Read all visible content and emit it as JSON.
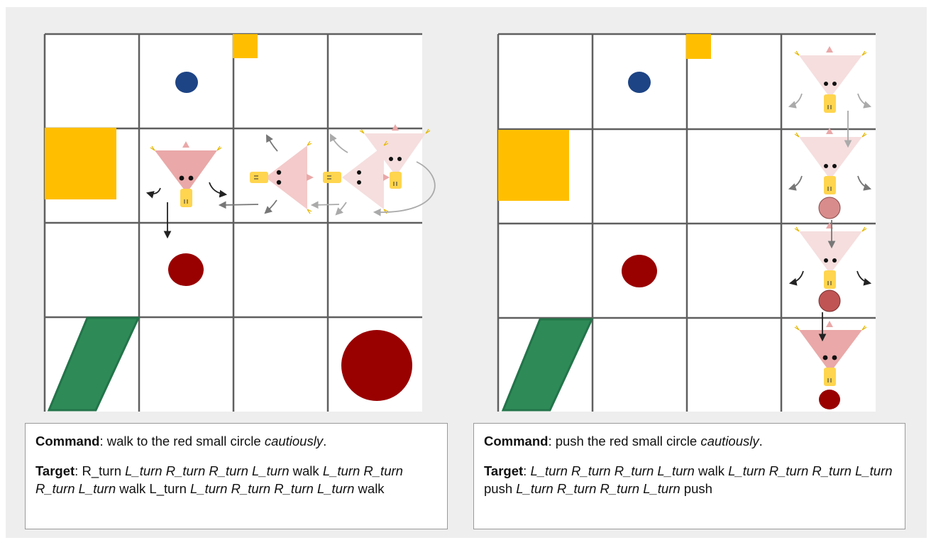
{
  "colors": {
    "background": "#eeeeee",
    "grid_line": "#5f5f5f",
    "blue": "#1d4485",
    "yellow": "#ffbf00",
    "red": "#990000",
    "green": "#2e8b57",
    "agent_pink": "#eaa8a8",
    "agent_pale": "#f6dede",
    "duck_bill": "#ffd54f",
    "ball_light": "#d98c8c",
    "ball_mid": "#c05454"
  },
  "panels": [
    {
      "id": "left",
      "command_label": "Command",
      "command_text": ": walk to the red small circle ",
      "command_adverb": "cautiously",
      "command_end": ".",
      "target_label": "Target",
      "target_tokens": [
        {
          "t": ": ",
          "i": false
        },
        {
          "t": "R_turn",
          "i": false
        },
        {
          "t": " ",
          "i": false
        },
        {
          "t": "L_turn R_turn R_turn L_turn",
          "i": true
        },
        {
          "t": " walk ",
          "i": false
        },
        {
          "t": "L_turn R_turn R_turn L_turn",
          "i": true
        },
        {
          "t": " walk L_turn ",
          "i": false
        },
        {
          "t": "L_turn R_turn R_turn L_turn",
          "i": true
        },
        {
          "t": " walk",
          "i": false
        }
      ]
    },
    {
      "id": "right",
      "command_label": "Command",
      "command_text": ": push the red small circle ",
      "command_adverb": "cautiously",
      "command_end": ".",
      "target_label": "Target",
      "target_tokens": [
        {
          "t": ": ",
          "i": false
        },
        {
          "t": "L_turn R_turn R_turn L_turn",
          "i": true
        },
        {
          "t": " walk ",
          "i": false
        },
        {
          "t": "L_turn R_turn R_turn L_turn",
          "i": true
        },
        {
          "t": " push ",
          "i": false
        },
        {
          "t": "L_turn R_turn R_turn L_turn",
          "i": true
        },
        {
          "t": " push",
          "i": false
        }
      ]
    }
  ],
  "grid": {
    "rows": 4,
    "cols": 4
  }
}
